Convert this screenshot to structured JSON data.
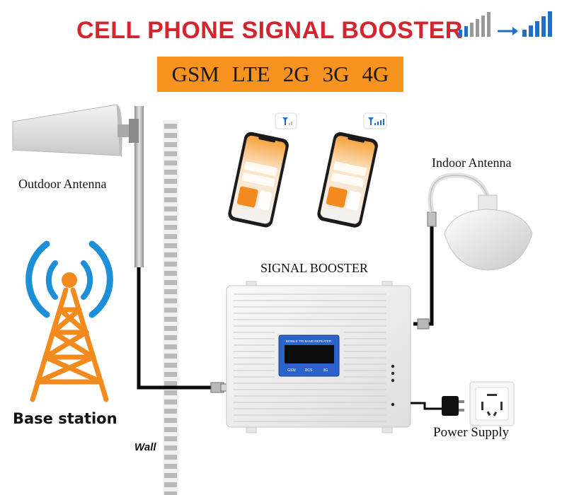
{
  "header": {
    "title": "CELL PHONE SIGNAL BOOSTER",
    "bands": [
      "GSM",
      "LTE",
      "2G",
      "3G",
      "4G"
    ]
  },
  "labels": {
    "outdoor_antenna": "Outdoor Antenna",
    "indoor_antenna": "Indoor Antenna",
    "signal_booster": "SIGNAL BOOSTER",
    "power_supply": "Power Supply",
    "base_station": "Base station",
    "wall": "Wall"
  },
  "device": {
    "screen_title": "MOBILE TRI BAND REPEATER",
    "screen_bands": [
      "GSM",
      "DCS",
      "3G"
    ]
  },
  "colors": {
    "title_red": "#d4242e",
    "band_bar_orange": "#f7931e",
    "tower_orange": "#f28a1e",
    "wave_blue": "#1c8fd6",
    "signal_blue": "#1f6fc4",
    "booster_screen_blue": "#2a63c9"
  },
  "icons": {
    "signal_weak": "weak-signal-bars-icon",
    "signal_strong": "strong-signal-bars-icon",
    "arrow": "arrow-right-icon"
  }
}
